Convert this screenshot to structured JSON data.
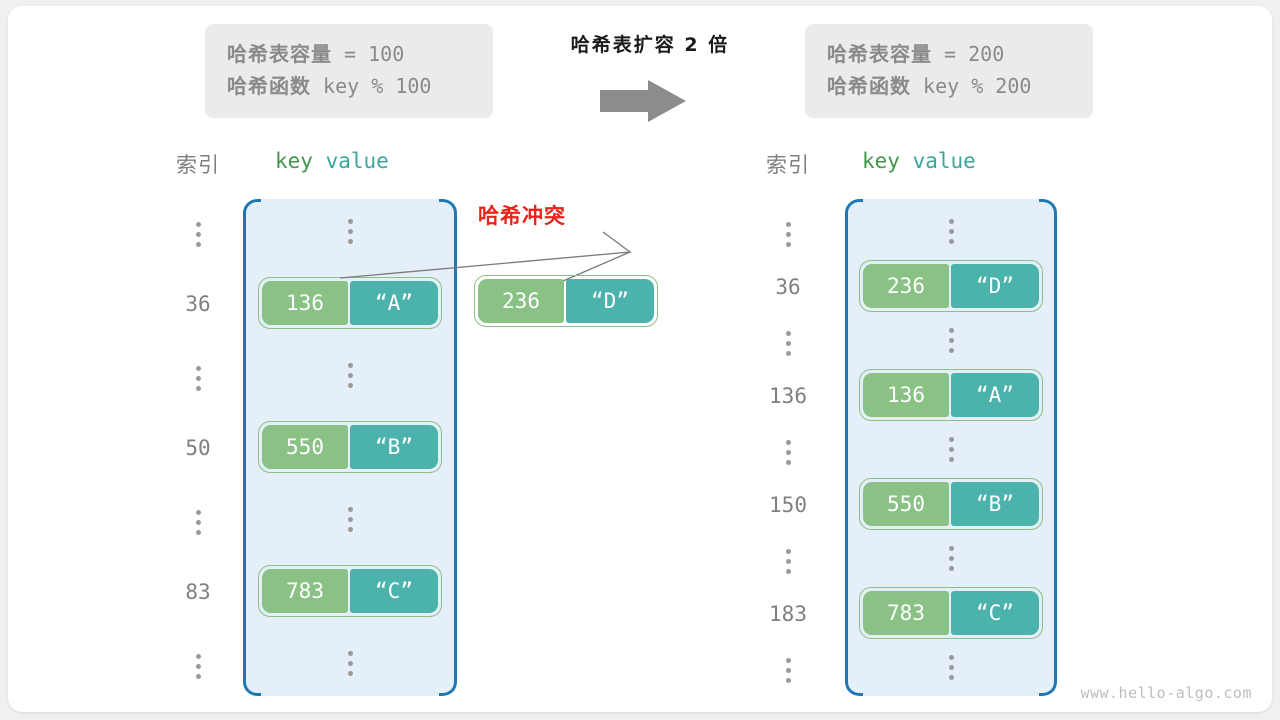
{
  "watermark": "www.hello-algo.com",
  "transition": {
    "title": "哈希表扩容 2 倍",
    "arrow_icon": "right-arrow-icon"
  },
  "before": {
    "capacity_line": "哈希表容量 = 100",
    "capacity_label": "哈希表容量",
    "capacity_value": " = 100",
    "hash_label": "哈希函数",
    "hash_value": " key % 100",
    "index_header": "索引",
    "key_header": "key",
    "value_header": "value",
    "rows": [
      {
        "type": "dots",
        "index": "",
        "key": "",
        "value": ""
      },
      {
        "type": "entry",
        "index": "36",
        "key": "136",
        "value": "“A”"
      },
      {
        "type": "dots",
        "index": "",
        "key": "",
        "value": ""
      },
      {
        "type": "entry",
        "index": "50",
        "key": "550",
        "value": "“B”"
      },
      {
        "type": "dots",
        "index": "",
        "key": "",
        "value": ""
      },
      {
        "type": "entry",
        "index": "83",
        "key": "783",
        "value": "“C”"
      },
      {
        "type": "dots",
        "index": "",
        "key": "",
        "value": ""
      }
    ]
  },
  "after": {
    "capacity_label": "哈希表容量",
    "capacity_value": " = 200",
    "hash_label": "哈希函数",
    "hash_value": " key % 200",
    "index_header": "索引",
    "key_header": "key",
    "value_header": "value",
    "rows": [
      {
        "type": "dots",
        "index": "",
        "key": "",
        "value": ""
      },
      {
        "type": "entry",
        "index": "36",
        "key": "236",
        "value": "“D”"
      },
      {
        "type": "dots",
        "index": "",
        "key": "",
        "value": ""
      },
      {
        "type": "entry",
        "index": "136",
        "key": "136",
        "value": "“A”"
      },
      {
        "type": "dots",
        "index": "",
        "key": "",
        "value": ""
      },
      {
        "type": "entry",
        "index": "150",
        "key": "550",
        "value": "“B”"
      },
      {
        "type": "dots",
        "index": "",
        "key": "",
        "value": ""
      },
      {
        "type": "entry",
        "index": "183",
        "key": "783",
        "value": "“C”"
      },
      {
        "type": "dots",
        "index": "",
        "key": "",
        "value": ""
      }
    ]
  },
  "collision": {
    "label": "哈希冲突",
    "pair": {
      "key": "236",
      "value": "“D”"
    }
  },
  "colors": {
    "key_cell": "#8ac286",
    "value_cell": "#4cb3ac",
    "pair_border": "#8cc084",
    "bucket_fill": "#e4eff9",
    "bucket_border": "#1f77b4",
    "collision_red": "#e8241c",
    "info_box_bg": "#ebebeb",
    "muted_text": "#808080",
    "key_header": "#41974a",
    "value_header": "#3aa69c",
    "arrow_gray": "#8c8c8c"
  }
}
